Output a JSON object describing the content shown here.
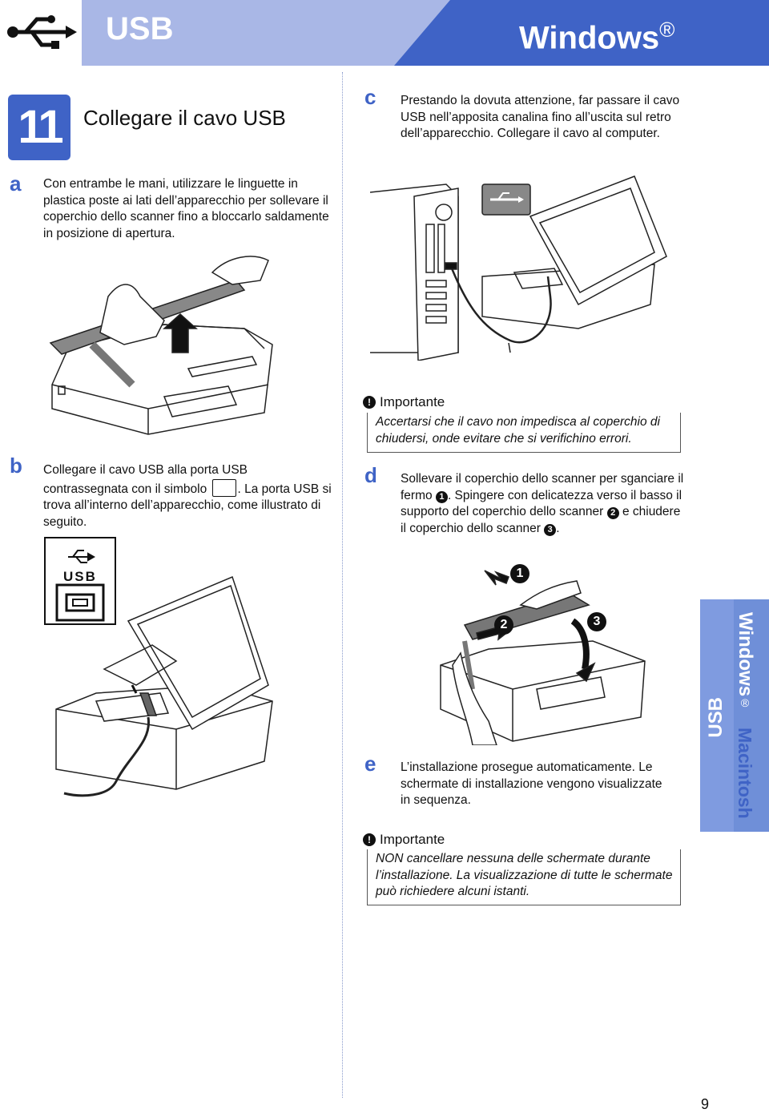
{
  "header": {
    "usb_title": "USB",
    "windows_title": "Windows",
    "windows_reg": "®"
  },
  "step": {
    "number": "11",
    "title": "Collegare il cavo USB"
  },
  "steps": {
    "a": {
      "letter": "a",
      "text": "Con entrambe le mani, utilizzare le linguette in plastica poste ai lati dell’apparecchio per sollevare il coperchio dello scanner fino a bloccarlo saldamente in posizione di apertura."
    },
    "b": {
      "letter": "b",
      "text_1": "Collegare il cavo USB alla porta USB contrassegnata con il simbolo ",
      "text_2": ". La porta USB si trova all’interno dell’apparecchio, come illustrato di seguito."
    },
    "c": {
      "letter": "c",
      "text": "Prestando la dovuta attenzione, far passare il cavo USB nell’apposita canalina fino all’uscita sul retro dell’apparecchio. Collegare il cavo al computer."
    },
    "d": {
      "letter": "d",
      "text_1": "Sollevare il coperchio dello scanner per sganciare il fermo ",
      "text_2": ". Spingere con delicatezza verso il basso il supporto del coperchio dello scanner ",
      "text_3": " e chiudere il coperchio dello scanner ",
      "text_4": ".",
      "n1": "1",
      "n2": "2",
      "n3": "3"
    },
    "e": {
      "letter": "e",
      "text": "L’installazione prosegue automaticamente. Le schermate di installazione vengono visualizzate in sequenza."
    }
  },
  "important_1": {
    "title": "Importante",
    "text": "Accertarsi che il cavo non impedisca al coperchio di chiudersi, onde evitare che si verifichino errori."
  },
  "important_2": {
    "title": "Importante",
    "text": "NON cancellare nessuna delle schermate durante l’installazione. La visualizzazione di tutte le schermate può richiedere alcuni istanti."
  },
  "illustration_b": {
    "port_label": "USB"
  },
  "illustration_d": {
    "c1": "1",
    "c2": "2",
    "c3": "3"
  },
  "side_tab": {
    "usb": "USB",
    "windows": "Windows",
    "windows_reg": "®",
    "macintosh": "Macintosh"
  },
  "page_number": "9",
  "colors": {
    "accent": "#3f63c6",
    "light_band": "#a9b7e6",
    "tab": "#6f8fd8"
  }
}
